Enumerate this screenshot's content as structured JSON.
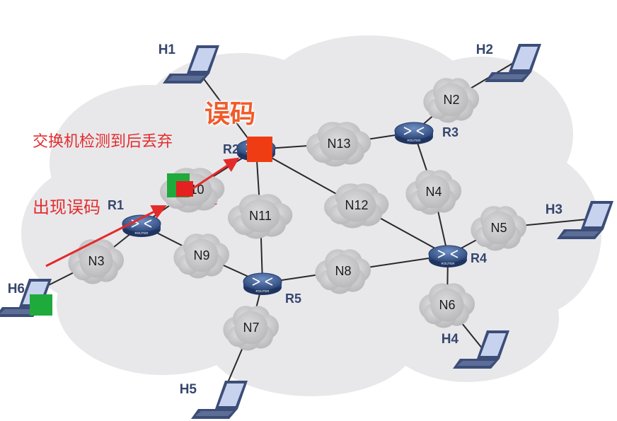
{
  "annotations": {
    "bit_error_title": "误码",
    "switch_detect_drop": "交换机检测到后丢弃",
    "bit_error_occurs": "出现误码"
  },
  "routers": [
    {
      "id": "R1",
      "label": "R1"
    },
    {
      "id": "R2",
      "label": "R2"
    },
    {
      "id": "R3",
      "label": "R3"
    },
    {
      "id": "R4",
      "label": "R4"
    },
    {
      "id": "R5",
      "label": "R5"
    }
  ],
  "router_badge_text": "ROUTER",
  "hosts": [
    {
      "id": "H1",
      "label": "H1"
    },
    {
      "id": "H2",
      "label": "H2"
    },
    {
      "id": "H3",
      "label": "H3"
    },
    {
      "id": "H4",
      "label": "H4"
    },
    {
      "id": "H5",
      "label": "H5"
    },
    {
      "id": "H6",
      "label": "H6"
    }
  ],
  "networks": [
    {
      "id": "N2",
      "label": "N2"
    },
    {
      "id": "N3",
      "label": "N3"
    },
    {
      "id": "N4",
      "label": "N4"
    },
    {
      "id": "N5",
      "label": "N5"
    },
    {
      "id": "N6",
      "label": "N6"
    },
    {
      "id": "N7",
      "label": "N7"
    },
    {
      "id": "N8",
      "label": "N8"
    },
    {
      "id": "N9",
      "label": "N9"
    },
    {
      "id": "N10",
      "label": "N10"
    },
    {
      "id": "N11",
      "label": "N11"
    },
    {
      "id": "N12",
      "label": "N12"
    },
    {
      "id": "N13",
      "label": "N13"
    }
  ],
  "colors": {
    "cloud": "#e7e7ea",
    "net_cloud": "#c4c4c6",
    "router": "#3d5d96",
    "link": "#2a2a2a",
    "host_body": "#3c4d78",
    "host_screen": "#c7d3ee",
    "arrow": "#e52a2a",
    "error_block": "#f03c12",
    "packet_green": "#1faa3c",
    "packet_red": "#e52020"
  }
}
